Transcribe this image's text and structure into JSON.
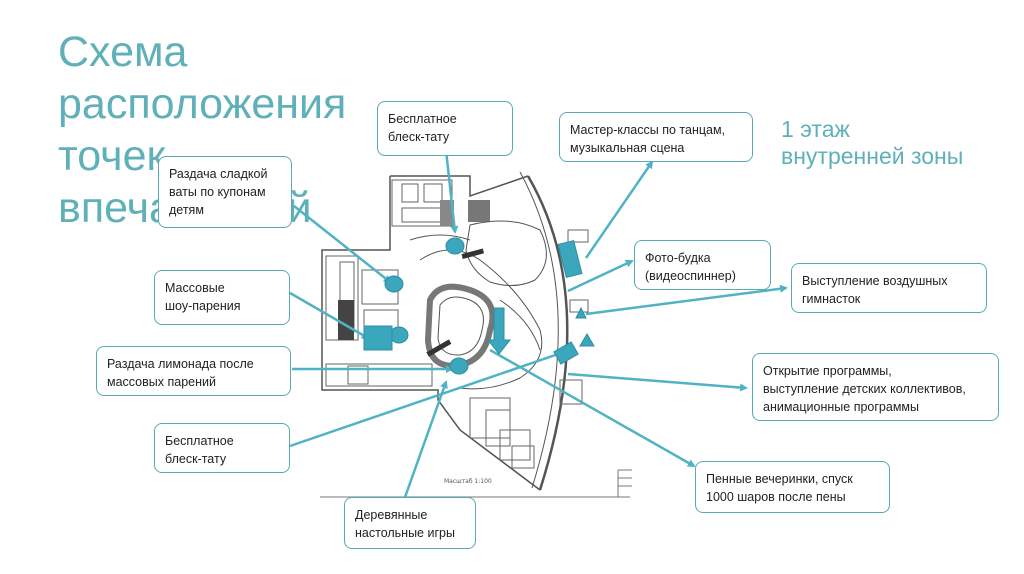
{
  "title": "Схема расположения точек впечатлений",
  "subtitle": "1 этаж\nвнутренней зоны",
  "scale_label": "Масштаб 1:100",
  "colors": {
    "accent": "#5fb0b8",
    "marker": "#3aa7bd",
    "arrow": "#4fb3c4",
    "plan": "#555555"
  },
  "callouts": [
    {
      "id": "free-tattoo-top",
      "text": "Бесплатное\nблеск-тату"
    },
    {
      "id": "dance-masterclass",
      "text": "Мастер-классы по танцам,\nмузыкальная сцена"
    },
    {
      "id": "cotton-candy",
      "text": "Раздача сладкой\nваты по купонам\nдетям"
    },
    {
      "id": "photo-booth",
      "text": "Фото-будка\n(видеоспиннер)"
    },
    {
      "id": "aerial-gymnasts",
      "text": "Выступление воздушных\nгимнасток"
    },
    {
      "id": "mass-show",
      "text": "Массовые\nшоу-парения"
    },
    {
      "id": "lemonade",
      "text": "Раздача лимонада после\nмассовых парений"
    },
    {
      "id": "program-opening",
      "text": "Открытие программы,\nвыступление детских коллективов,\nанимационные программы"
    },
    {
      "id": "free-tattoo-bottom",
      "text": "Бесплатное\nблеск-тату"
    },
    {
      "id": "foam-party",
      "text": "Пенные вечеринки, спуск\n1000 шаров после пены"
    },
    {
      "id": "board-games",
      "text": "Деревянные\nнастольные игры"
    }
  ]
}
